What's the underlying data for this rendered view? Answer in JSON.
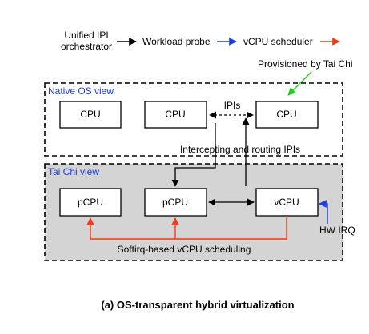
{
  "legend": {
    "orchestrator_line1": "Unified IPI",
    "orchestrator_line2": "orchestrator",
    "workload_probe": "Workload probe",
    "vcpu_scheduler": "vCPU scheduler"
  },
  "annotations": {
    "provisioned": "Provisioned by Tai Chi",
    "ipis": "IPIs",
    "intercepting": "Intercepting and routing IPIs",
    "softirq": "Softirq-based vCPU scheduling",
    "hw_irq": "HW IRQ"
  },
  "native_view": {
    "label": "Native OS view",
    "cpus": [
      "CPU",
      "CPU",
      "CPU"
    ]
  },
  "taichi_view": {
    "label": "Tai Chi view",
    "cpus": [
      "pCPU",
      "pCPU",
      "vCPU"
    ]
  },
  "caption": "(a) OS-transparent hybrid virtualization",
  "colors": {
    "black_arrow": "#000000",
    "blue_arrow": "#1a3ee8",
    "red_arrow": "#f03a1a",
    "green_arrow": "#22cc22",
    "view_label": "#1a3ee8",
    "taichi_fill": "#d4d4d4"
  }
}
